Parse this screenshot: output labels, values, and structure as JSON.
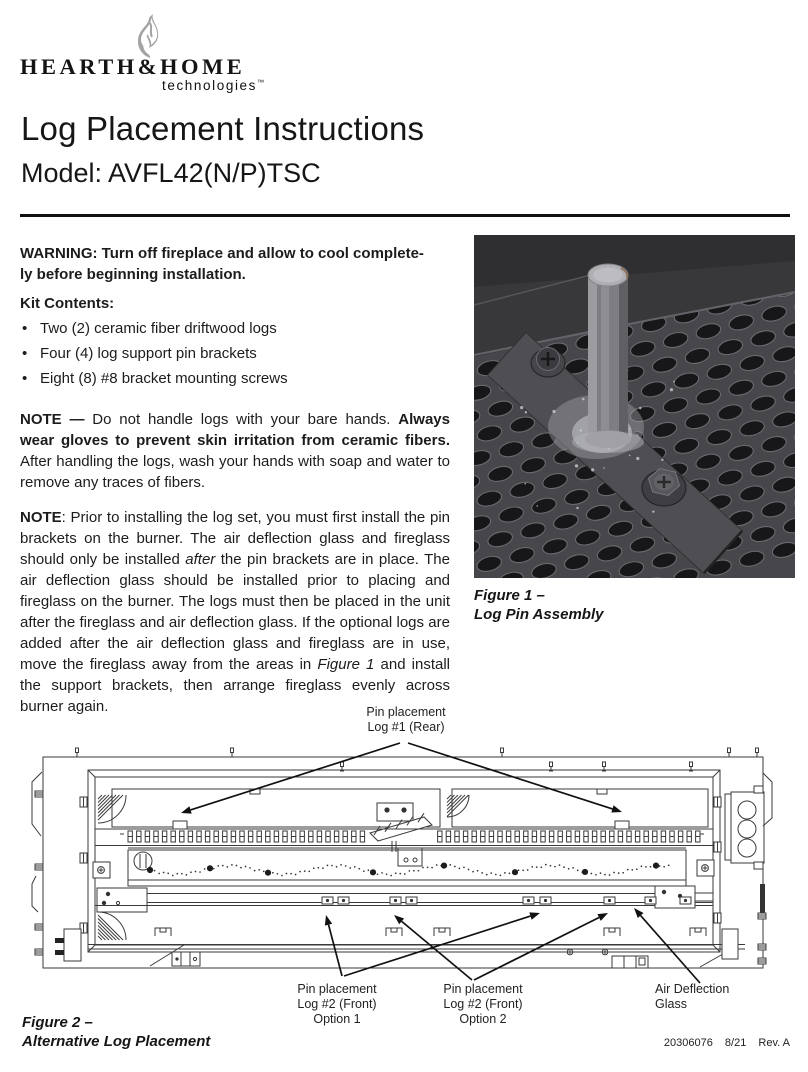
{
  "brand": {
    "name": "HEARTH&HOME",
    "sub": "technologies",
    "trademark": "™",
    "flame_icon": "flame-icon"
  },
  "header": {
    "title": "Log Placement Instructions",
    "model_line": "Model: AVFL42(N/P)TSC"
  },
  "warning_text": "WARNING: Turn off fireplace and allow to cool complete-\nly before beginning installation.",
  "kit": {
    "heading": "Kit Contents:",
    "bullet": "•",
    "items": [
      "Two (2) ceramic fiber driftwood logs",
      "Four (4) log support pin brackets",
      "Eight (8) #8 bracket mounting screws"
    ]
  },
  "note1": {
    "segments": [
      {
        "t": "NOTE — ",
        "b": 1
      },
      {
        "t": "Do not handle logs with your bare hands. "
      },
      {
        "t": "Always wear gloves to prevent skin irritation from ceramic fibers.",
        "b": 1
      },
      {
        "t": " After handling the logs, wash your hands with soap and water to remove any traces of fibers."
      }
    ]
  },
  "note2": {
    "segments": [
      {
        "t": "NOTE",
        "b": 1
      },
      {
        "t": ": Prior to installing the log set, you must first install the pin brackets on the burner. The air deflection glass and fireglass should only be installed "
      },
      {
        "t": "after",
        "i": 1
      },
      {
        "t": " the pin brackets are in place. The air deflection glass should be installed prior to placing and fireglass on the burner. The logs must then be placed in the unit after the fireglass and air deflection glass. If the optional logs are added after the air deflection glass and fireglass are in use, move the fireglass away from the areas in "
      },
      {
        "t": "Figure 1",
        "i": 1
      },
      {
        "t": " and install the support brackets, then arrange fireglass evenly across burner again."
      }
    ]
  },
  "figure1": {
    "caption": "Figure 1 –\nLog Pin Assembly"
  },
  "figure2": {
    "caption": "Figure 2 –\nAlternative Log Placement",
    "labels": {
      "rear": "Pin placement\nLog #1 (Rear)",
      "option1": "Pin placement\nLog #2 (Front)\nOption 1",
      "option2": "Pin placement\nLog #2 (Front)\nOption 2",
      "glass": "Air Deflection\nGlass"
    }
  },
  "footer": {
    "doc_number": "20306076",
    "date": "8/21",
    "revision": "Rev. A"
  },
  "colors": {
    "page_bg": "#ffffff",
    "text": "#1f1f1f",
    "rule": "#101010",
    "diagram_line": "#3a3a3a",
    "logo_gray": "#a3a3a3",
    "photo_metal_dark": "#1b1b1e",
    "photo_metal_mid": "#4a4a4e",
    "photo_pin": "#8e8e93"
  }
}
